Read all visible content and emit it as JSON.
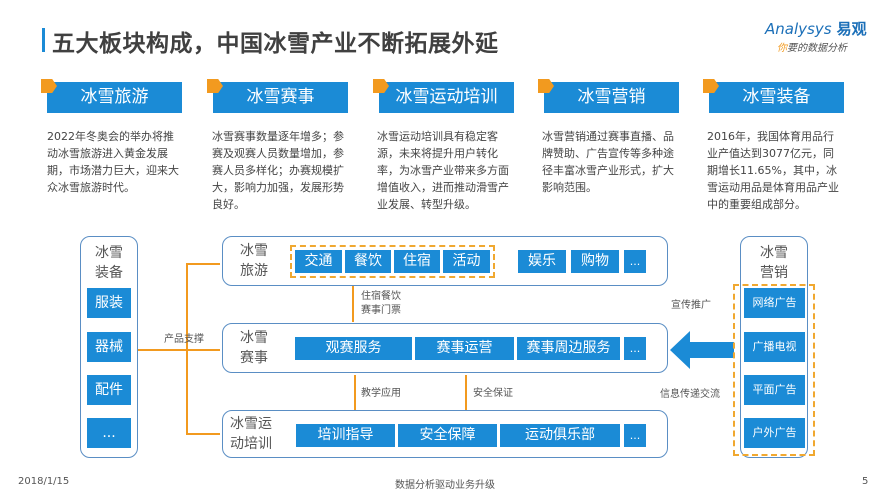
{
  "title": "五大板块构成，中国冰雪产业不断拓展外延",
  "logo": {
    "en": "Analysys",
    "cn": "易观",
    "slogan_first": "你",
    "slogan_rest": "要的数据分析"
  },
  "categories": [
    {
      "label": "冰雪旅游",
      "desc": "2022年冬奥会的举办将推动冰雪旅游进入黄金发展期，市场潜力巨大，迎来大众冰雪旅游时代。"
    },
    {
      "label": "冰雪赛事",
      "desc": "冰雪赛事数量逐年增多；参赛及观赛人员数量增加，参赛人员多样化；办赛规模扩大，影响力加强，发展形势良好。"
    },
    {
      "label": "冰雪运动培训",
      "desc": "冰雪运动培训具有稳定客源，未来将提升用户转化率，为冰雪产业带来多方面增值收入，进而推动滑雪产业发展、转型升级。"
    },
    {
      "label": "冰雪营销",
      "desc": "冰雪营销通过赛事直播、品牌赞助、广告宣传等多种途径丰富冰雪产业形式，扩大影响范围。"
    },
    {
      "label": "冰雪装备",
      "desc": "2016年，我国体育用品行业产值达到3077亿元，同期增长11.65%，其中，冰雪运动用品是体育用品产业中的重要组成部分。"
    }
  ],
  "diagram": {
    "equipment": {
      "title1": "冰雪",
      "title2": "装备",
      "items": [
        "服装",
        "器械",
        "配件",
        "..."
      ]
    },
    "tourism": {
      "title1": "冰雪",
      "title2": "旅游",
      "items": [
        "交通",
        "餐饮",
        "住宿",
        "活动",
        "娱乐",
        "购物",
        "..."
      ]
    },
    "events": {
      "title1": "冰雪",
      "title2": "赛事",
      "items": [
        "观赛服务",
        "赛事运营",
        "赛事周边服务",
        "..."
      ]
    },
    "training": {
      "title1": "冰雪运",
      "title2": "动培训",
      "items": [
        "培训指导",
        "安全保障",
        "运动俱乐部",
        "..."
      ]
    },
    "marketing": {
      "title1": "冰雪",
      "title2": "营销",
      "items": [
        "网络广告",
        "广播电视",
        "平面广告",
        "户外广告"
      ]
    },
    "labels": {
      "product_support": "产品支撑",
      "lodging_line1": "住宿餐饮",
      "lodging_line2": "赛事门票",
      "teaching": "教学应用",
      "safety": "安全保证",
      "promotion": "宣传推广",
      "info_exchange": "信息传递交流"
    }
  },
  "footer": {
    "date": "2018/1/15",
    "center": "数据分析驱动业务升级",
    "page": "5"
  }
}
